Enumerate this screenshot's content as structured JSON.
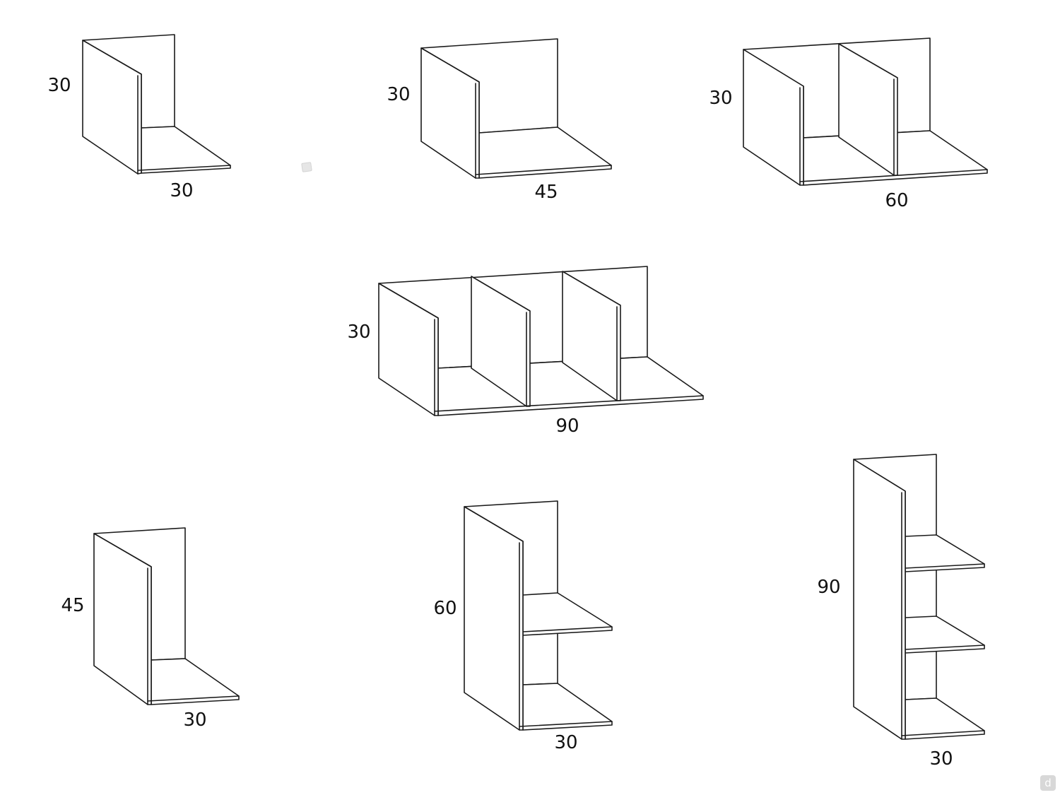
{
  "units": [
    {
      "id": "unit-30x30",
      "height_label": "30",
      "width_label": "30"
    },
    {
      "id": "unit-30x45",
      "height_label": "30",
      "width_label": "45"
    },
    {
      "id": "unit-30x60",
      "height_label": "30",
      "width_label": "60"
    },
    {
      "id": "unit-30x90",
      "height_label": "30",
      "width_label": "90"
    },
    {
      "id": "unit-45x30",
      "height_label": "45",
      "width_label": "30"
    },
    {
      "id": "unit-60x30",
      "height_label": "60",
      "width_label": "30"
    },
    {
      "id": "unit-90x30",
      "height_label": "90",
      "width_label": "30"
    }
  ],
  "watermark": {
    "glyph": "d"
  },
  "colors": {
    "line": "#1a1a1a",
    "background": "#ffffff"
  }
}
